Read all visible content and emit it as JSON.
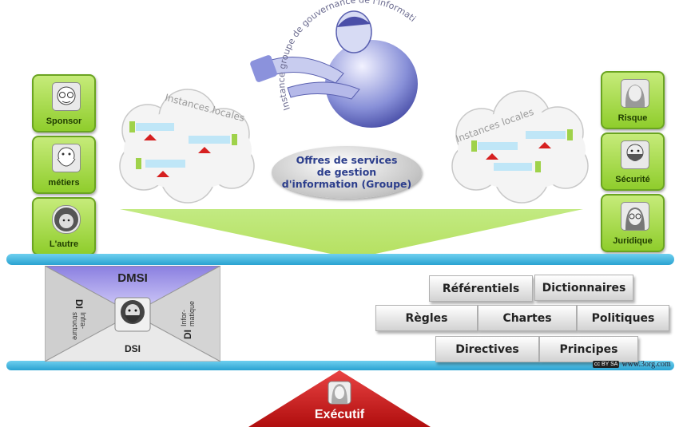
{
  "header": {
    "arc_text": "Instance groupe de gouvernance de l'informati"
  },
  "left_roles": [
    {
      "label": "Sponsor",
      "icon": "glasses-man-icon"
    },
    {
      "label": "métiers",
      "icon": "santa-man-icon"
    },
    {
      "label": "L'autre",
      "icon": "curly-man-icon"
    }
  ],
  "right_roles": [
    {
      "label": "Risque",
      "icon": "woman-portrait-icon"
    },
    {
      "label": "Sécurité",
      "icon": "bearded-man-icon"
    },
    {
      "label": "Juridique",
      "icon": "glasses-woman-icon"
    }
  ],
  "clouds": {
    "left_title": "Instances locales",
    "right_title": "Instances locales"
  },
  "center_oval": {
    "line1": "Offres de services",
    "line2": "de gestion",
    "line3": "d'information (Groupe)"
  },
  "envelope": {
    "top": "DMSI",
    "bottom": "DSI",
    "left": "DI",
    "left_sub": "Infra-\nstructure",
    "right": "DI",
    "right_sub": "Infor-\nmatique"
  },
  "keywords": {
    "row1": [
      "Référentiels",
      "Dictionnaires"
    ],
    "row2": [
      "Règles",
      "Chartes",
      "Politiques"
    ],
    "row3": [
      "Directives",
      "Principes"
    ]
  },
  "credit": {
    "badge": "cc BY SA",
    "url": "www.3org.com"
  },
  "fulcrum": {
    "label": "Exécutif"
  },
  "colors": {
    "green": "#8fcd2c",
    "blue_beam": "#2aa2d1",
    "red_fulcrum": "#d81d1d",
    "envelope_top": "#b9b0ef"
  }
}
